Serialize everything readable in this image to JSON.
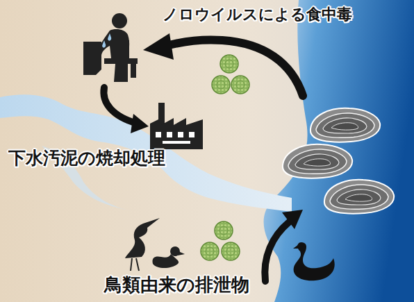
{
  "diagram": {
    "labels": [
      "ノロウイルスによる食中毒",
      "下水汚泥の焼却処理",
      "鳥類由来の排泄物"
    ]
  }
}
